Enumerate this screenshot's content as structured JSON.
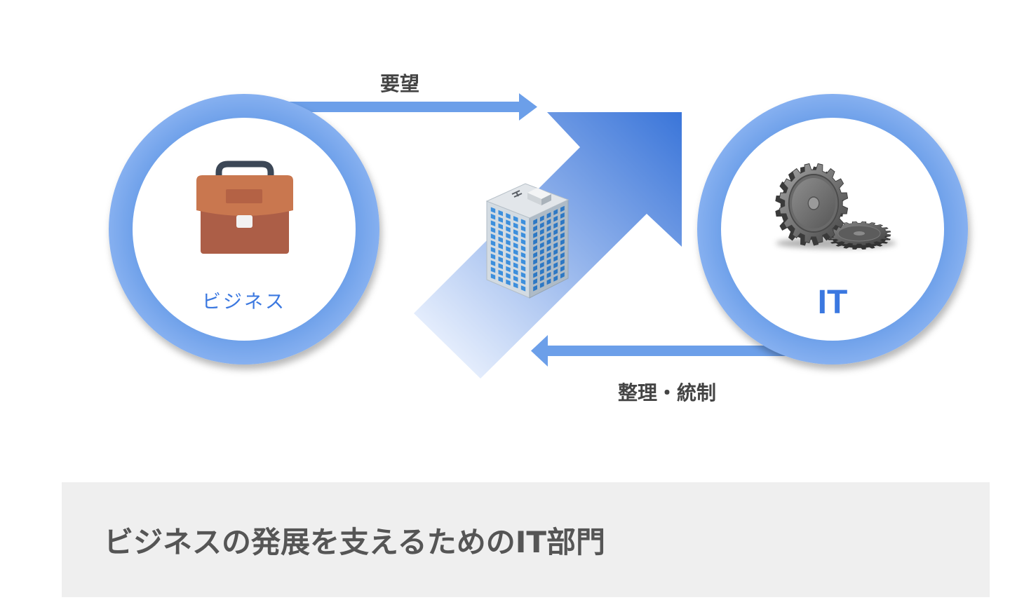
{
  "diagram": {
    "business": {
      "label": "ビジネス",
      "icon": "briefcase-icon"
    },
    "it": {
      "label": "IT",
      "icon": "gears-icon"
    },
    "center": {
      "icon": "building-icon",
      "arrow": "growth-arrow"
    },
    "arrows": {
      "request_label": "要望",
      "governance_label": "整理・統制"
    }
  },
  "banner": {
    "text": "ビジネスの発展を支えるためのIT部門"
  },
  "colors": {
    "ring": "#6c9fe9",
    "label_blue": "#3b78e0",
    "label_dark": "#444444",
    "arrow_tip": "#3a75d9",
    "arrow_tail": "#e3ecfc",
    "banner_bg": "#efefef",
    "banner_text": "#555555"
  }
}
